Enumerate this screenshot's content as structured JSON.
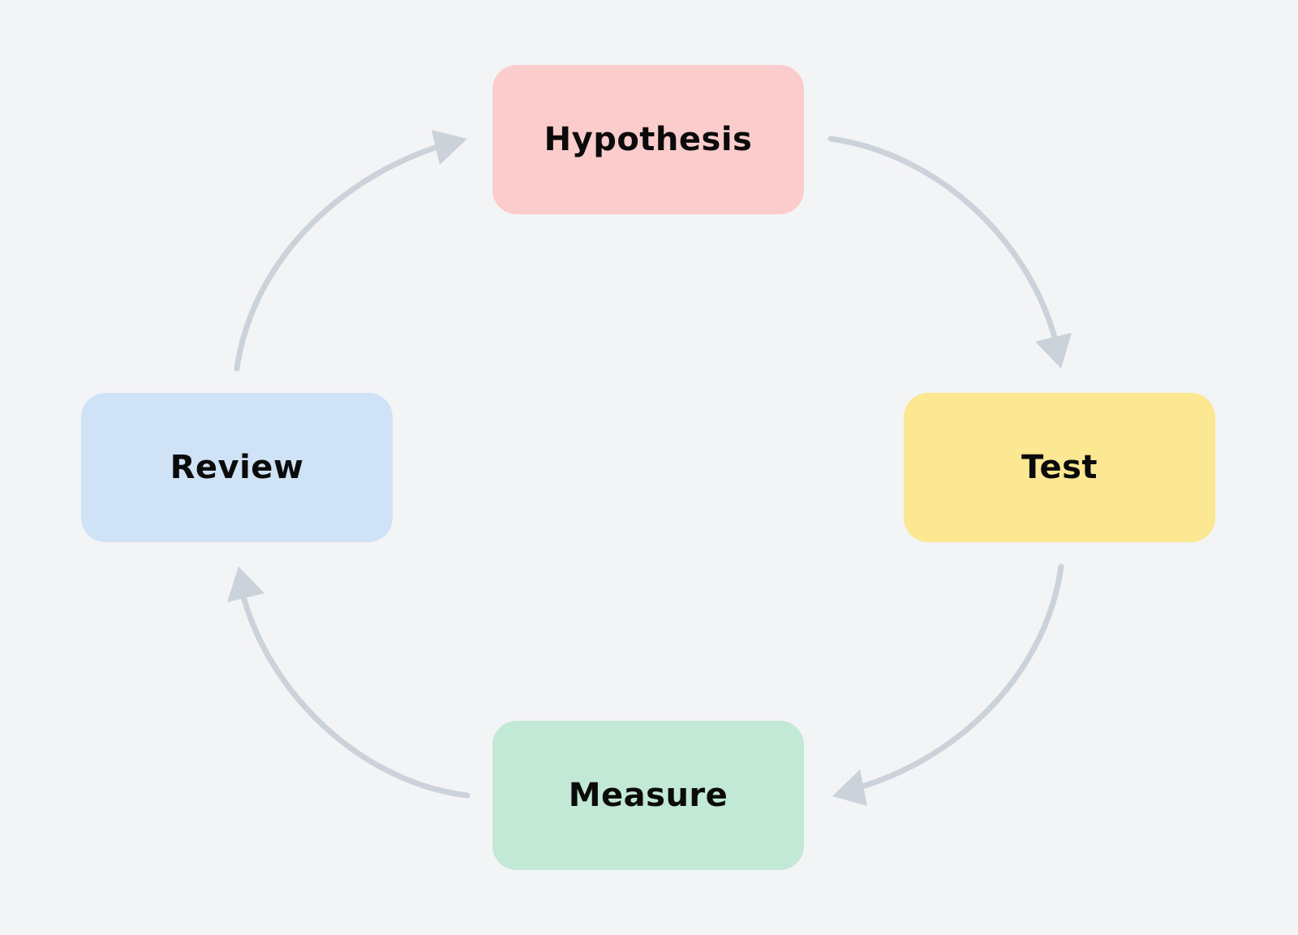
{
  "diagram": {
    "type": "cycle",
    "nodes": [
      {
        "id": "hypothesis",
        "label": "Hypothesis",
        "color": "#fbcccc"
      },
      {
        "id": "test",
        "label": "Test",
        "color": "#fce792"
      },
      {
        "id": "measure",
        "label": "Measure",
        "color": "#c2e8d6"
      },
      {
        "id": "review",
        "label": "Review",
        "color": "#cfe2f6"
      }
    ],
    "edges": [
      {
        "from": "hypothesis",
        "to": "test"
      },
      {
        "from": "test",
        "to": "measure"
      },
      {
        "from": "measure",
        "to": "review"
      },
      {
        "from": "review",
        "to": "hypothesis"
      }
    ],
    "background_color": "#f3f4f6",
    "arrow_color": "#cbd2da"
  }
}
